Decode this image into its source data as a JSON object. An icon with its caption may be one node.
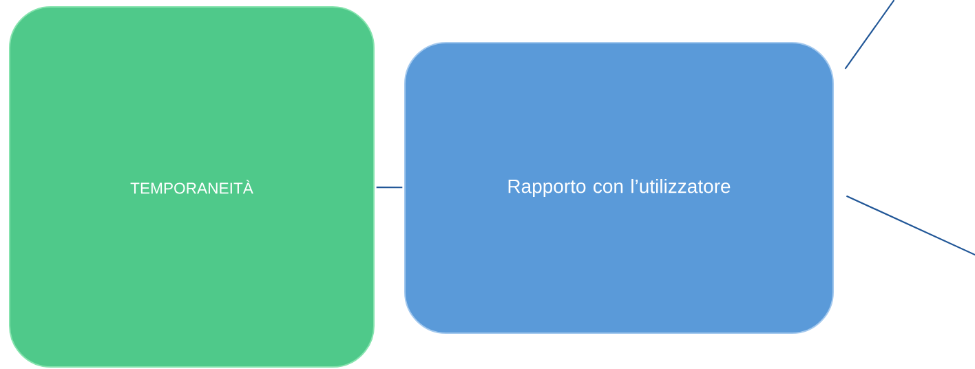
{
  "diagram": {
    "nodes": [
      {
        "text": [
          "TEMPORANEITÀ"
        ]
      },
      {
        "text": [
          "Rapporto con l’utilizzatore"
        ]
      }
    ],
    "edges": [
      {
        "from": 0,
        "to": 1,
        "arrow": "none"
      },
      {
        "from": 1,
        "to": null,
        "arrow": "none"
      },
      {
        "from": 1,
        "to": null,
        "arrow": "none"
      }
    ]
  }
}
